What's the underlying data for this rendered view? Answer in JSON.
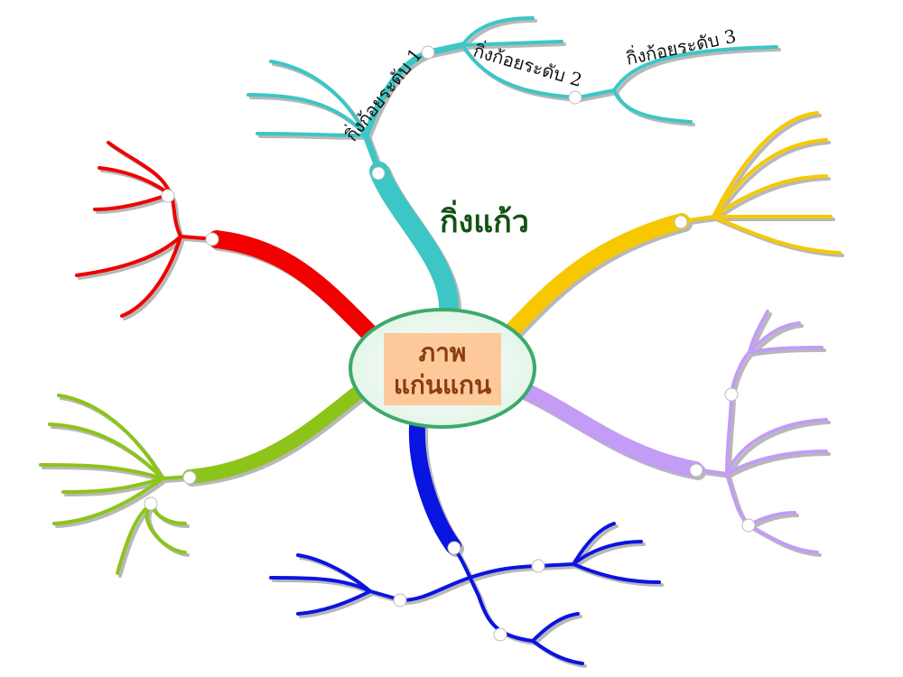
{
  "central_topic": {
    "line1": "ภาพ",
    "line2": "แก่นแกน"
  },
  "branch_title": "กิ่งแก้ว",
  "sub_branch_labels": {
    "level1": "กิ่งก้อยระดับ 1",
    "level2": "กิ่งก้อยระดับ 2",
    "level3": "กิ่งก้อยระดับ 3"
  },
  "colors": {
    "teal": "#3cc6c6",
    "red": "#f00000",
    "yellow": "#f7c800",
    "purple": "#c39cf5",
    "green": "#8cc41a",
    "blue": "#0a14e0",
    "center_border": "#3caa6a",
    "center_box": "#fdc99a"
  }
}
